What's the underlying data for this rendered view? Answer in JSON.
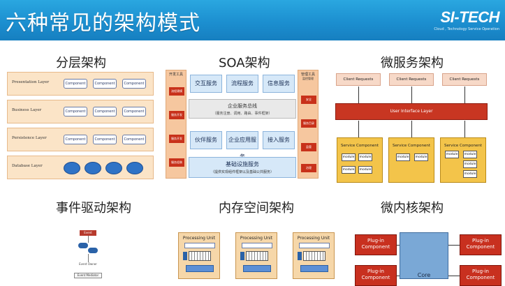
{
  "header": {
    "title": "六种常见的架构模式",
    "logo": "SI-TECH",
    "logo_sub": "Cloud , Technology Service Operation"
  },
  "sections": {
    "layered": {
      "title": "分层架构",
      "layers": [
        {
          "label": "Presentation Layer"
        },
        {
          "label": "Business Layer"
        },
        {
          "label": "Persistence Layer"
        },
        {
          "label": "Database Layer"
        }
      ],
      "component_label": "Component"
    },
    "soa": {
      "title": "SOA架构",
      "left_title": "开发工具",
      "left_items": [
        "流程建模",
        "服务开发",
        "服务开发",
        "服务组装"
      ],
      "right_title": "管理工具",
      "right_items": [
        "监控管理",
        "安全",
        "服务目录",
        "监管",
        "治理"
      ],
      "top_services": [
        "交互服务",
        "流程服务",
        "信息服务"
      ],
      "bus_title": "企业服务总线",
      "bus_sub": "（服务注册、调用、路由、事件框架）",
      "mid_services": [
        "伙伴服务",
        "企业应用服务",
        "接入服务"
      ],
      "infra_title": "基础设施服务",
      "infra_sub": "（提供实现组件框架以及基础公共服务）"
    },
    "microservices": {
      "title": "微服务架构",
      "client_label": "Client Requests",
      "ui_layer": "User Interface Layer",
      "service_label": "Service Component",
      "module_label": "module"
    },
    "event": {
      "title": "事件驱动架构",
      "event_label": "Event",
      "owner_label": "Event Owner",
      "mediator_label": "Event Mediator"
    },
    "inmemory": {
      "title": "内存空间架构",
      "unit_label": "Processing Unit"
    },
    "microkernel": {
      "title": "微内核架构",
      "plugin_label": "Plug-in Component",
      "core_label": "Core"
    }
  }
}
